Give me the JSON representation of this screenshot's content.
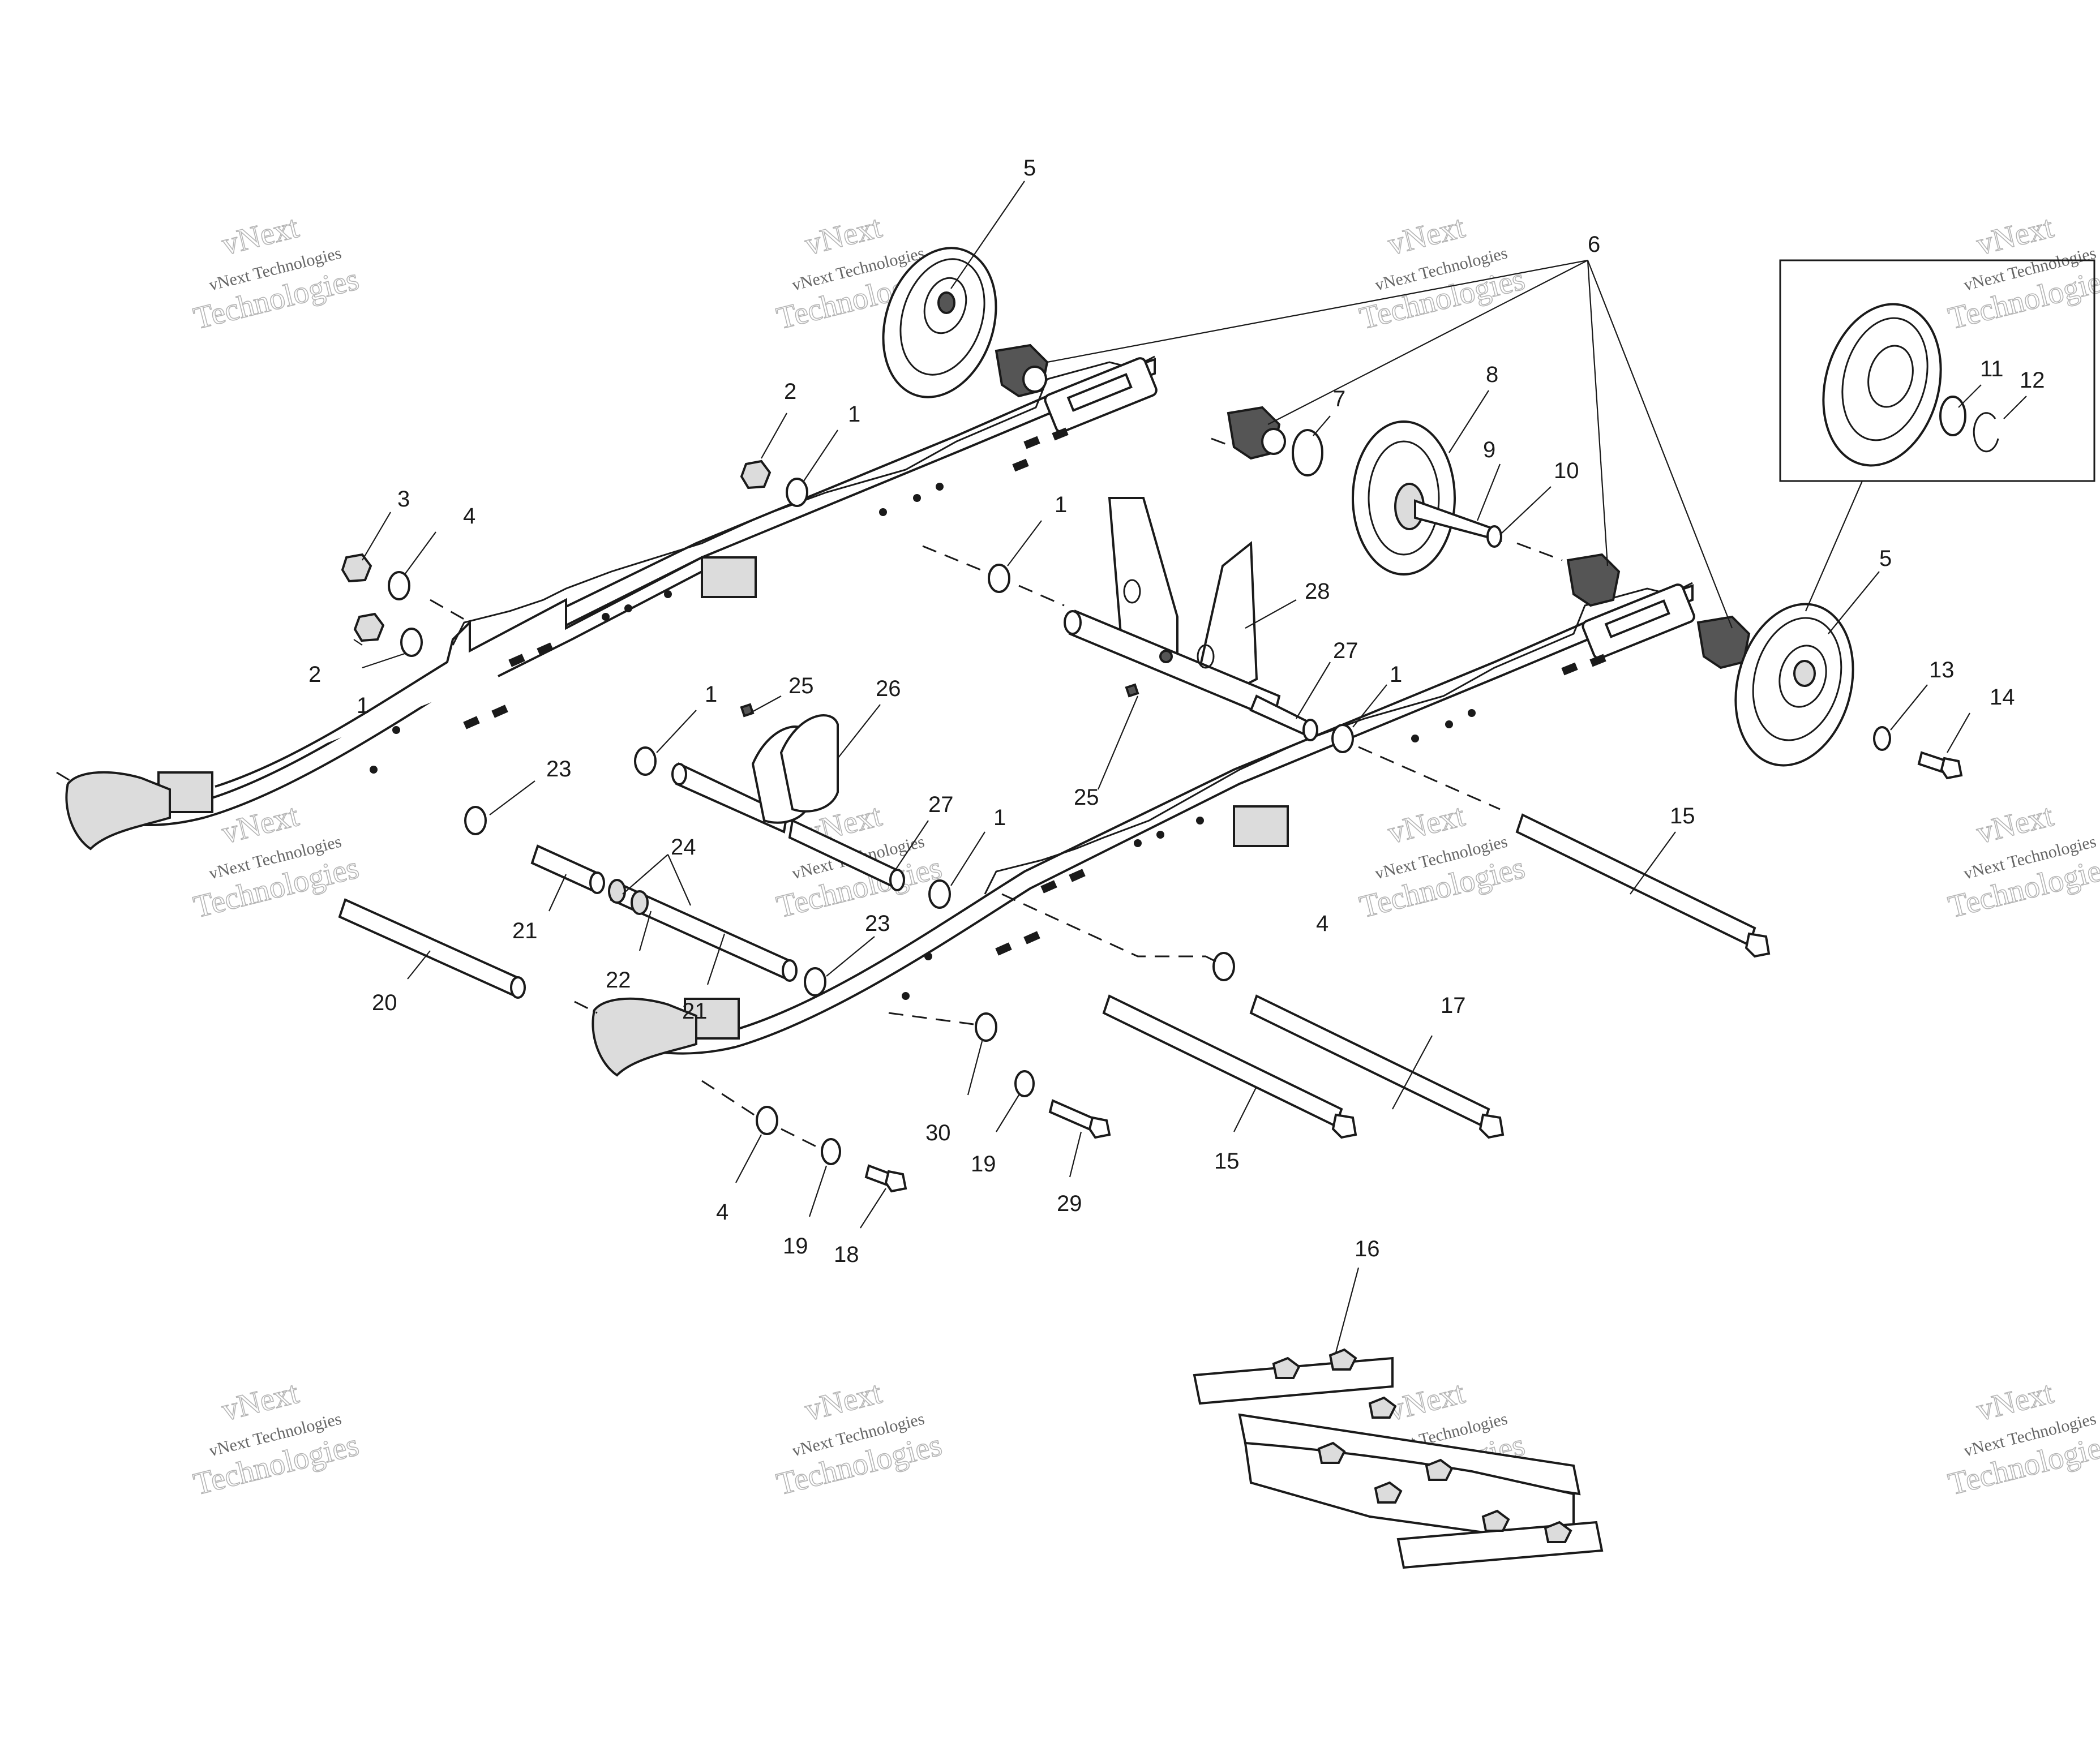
{
  "watermark": {
    "line1": "vNext",
    "line2": "vNext Technologies",
    "line3": "Technologies"
  },
  "callouts": [
    {
      "id": "c5a",
      "text": "5"
    },
    {
      "id": "c6",
      "text": "6"
    },
    {
      "id": "c2a",
      "text": "2"
    },
    {
      "id": "c1a",
      "text": "1"
    },
    {
      "id": "c3",
      "text": "3"
    },
    {
      "id": "c4a",
      "text": "4"
    },
    {
      "id": "c2b",
      "text": "2"
    },
    {
      "id": "c1b",
      "text": "1"
    },
    {
      "id": "c1c",
      "text": "1"
    },
    {
      "id": "c7",
      "text": "7"
    },
    {
      "id": "c8",
      "text": "8"
    },
    {
      "id": "c9",
      "text": "9"
    },
    {
      "id": "c10",
      "text": "10"
    },
    {
      "id": "c11",
      "text": "11"
    },
    {
      "id": "c12",
      "text": "12"
    },
    {
      "id": "c5b",
      "text": "5"
    },
    {
      "id": "c28",
      "text": "28"
    },
    {
      "id": "c27a",
      "text": "27"
    },
    {
      "id": "c1d",
      "text": "1"
    },
    {
      "id": "c13",
      "text": "13"
    },
    {
      "id": "c14",
      "text": "14"
    },
    {
      "id": "c25a",
      "text": "25"
    },
    {
      "id": "c26",
      "text": "26"
    },
    {
      "id": "c1e",
      "text": "1"
    },
    {
      "id": "c23a",
      "text": "23"
    },
    {
      "id": "c25b",
      "text": "25"
    },
    {
      "id": "c27b",
      "text": "27"
    },
    {
      "id": "c1f",
      "text": "1"
    },
    {
      "id": "c24",
      "text": "24"
    },
    {
      "id": "c15a",
      "text": "15"
    },
    {
      "id": "c21a",
      "text": "21"
    },
    {
      "id": "c22",
      "text": "22"
    },
    {
      "id": "c23b",
      "text": "23"
    },
    {
      "id": "c20",
      "text": "20"
    },
    {
      "id": "c21b",
      "text": "21"
    },
    {
      "id": "c4b",
      "text": "4"
    },
    {
      "id": "c17",
      "text": "17"
    },
    {
      "id": "c30",
      "text": "30"
    },
    {
      "id": "c19a",
      "text": "19"
    },
    {
      "id": "c29",
      "text": "29"
    },
    {
      "id": "c15b",
      "text": "15"
    },
    {
      "id": "c4c",
      "text": "4"
    },
    {
      "id": "c19b",
      "text": "19"
    },
    {
      "id": "c18",
      "text": "18"
    },
    {
      "id": "c16",
      "text": "16"
    }
  ]
}
